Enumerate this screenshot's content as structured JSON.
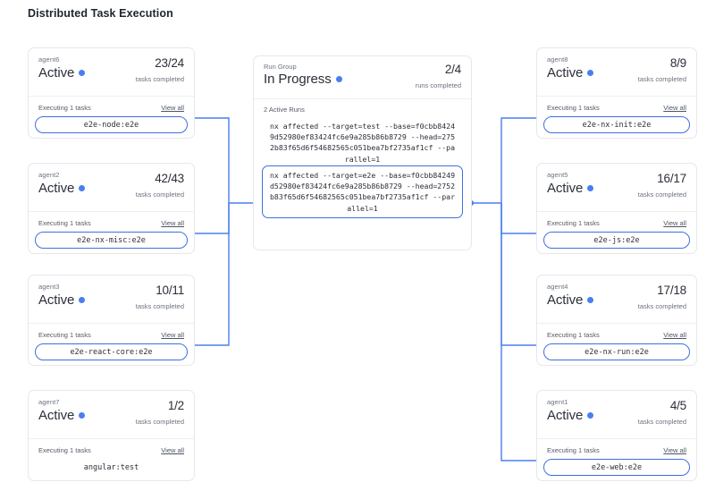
{
  "page": {
    "title": "Distributed Task Execution"
  },
  "colors": {
    "accent": "#3f6fe0",
    "status_dot": "#4a7ef0",
    "edge": "#4a7ef0",
    "card_border": "#e6e8ec",
    "text_primary": "#2b2f38",
    "text_muted": "#6b7280"
  },
  "run_group": {
    "title": "Run Group",
    "state": "In Progress",
    "state_dot": "status-dot",
    "count": "2/4",
    "count_label": "runs completed",
    "active_runs_label": "2 Active Runs",
    "runs": [
      {
        "command": "nx affected --target=test --base=f0cbb84249d52980ef83424fc6e9a285b86b8729 --head=2752b83f65d6f54682565c051bea7bf2735af1cf --parallel=1",
        "highlighted": false
      },
      {
        "command": "nx affected --target=e2e --base=f0cbb84249d52980ef83424fc6e9a285b86b8729 --head=2752b83f65d6f54682565c051bea7bf2735af1cf --parallel=1",
        "highlighted": true
      }
    ]
  },
  "common": {
    "executing_label": "Executing 1 tasks",
    "view_all_label": "View all",
    "tasks_completed_label": "tasks completed",
    "state_active": "Active"
  },
  "agents_left": [
    {
      "name": "agent6",
      "state": "Active",
      "count": "23/24",
      "count_label": "tasks completed",
      "executing_label": "Executing 1 tasks",
      "view_all_label": "View all",
      "task": "e2e-node:e2e",
      "task_boxed": true,
      "connected": true
    },
    {
      "name": "agent2",
      "state": "Active",
      "count": "42/43",
      "count_label": "tasks completed",
      "executing_label": "Executing 1 tasks",
      "view_all_label": "View all",
      "task": "e2e-nx-misc:e2e",
      "task_boxed": true,
      "connected": true
    },
    {
      "name": "agent3",
      "state": "Active",
      "count": "10/11",
      "count_label": "tasks completed",
      "executing_label": "Executing 1 tasks",
      "view_all_label": "View all",
      "task": "e2e-react-core:e2e",
      "task_boxed": true,
      "connected": true
    },
    {
      "name": "agent7",
      "state": "Active",
      "count": "1/2",
      "count_label": "tasks completed",
      "executing_label": "Executing 1 tasks",
      "view_all_label": "View all",
      "task": "angular:test",
      "task_boxed": false,
      "connected": false
    }
  ],
  "agents_right": [
    {
      "name": "agent8",
      "state": "Active",
      "count": "8/9",
      "count_label": "tasks completed",
      "executing_label": "Executing 1 tasks",
      "view_all_label": "View all",
      "task": "e2e-nx-init:e2e",
      "task_boxed": true,
      "connected": true
    },
    {
      "name": "agent5",
      "state": "Active",
      "count": "16/17",
      "count_label": "tasks completed",
      "executing_label": "Executing 1 tasks",
      "view_all_label": "View all",
      "task": "e2e-js:e2e",
      "task_boxed": true,
      "connected": true
    },
    {
      "name": "agent4",
      "state": "Active",
      "count": "17/18",
      "count_label": "tasks completed",
      "executing_label": "Executing 1 tasks",
      "view_all_label": "View all",
      "task": "e2e-nx-run:e2e",
      "task_boxed": true,
      "connected": true
    },
    {
      "name": "agent1",
      "state": "Active",
      "count": "4/5",
      "count_label": "tasks completed",
      "executing_label": "Executing 1 tasks",
      "view_all_label": "View all",
      "task": "e2e-web:e2e",
      "task_boxed": true,
      "connected": true
    }
  ]
}
